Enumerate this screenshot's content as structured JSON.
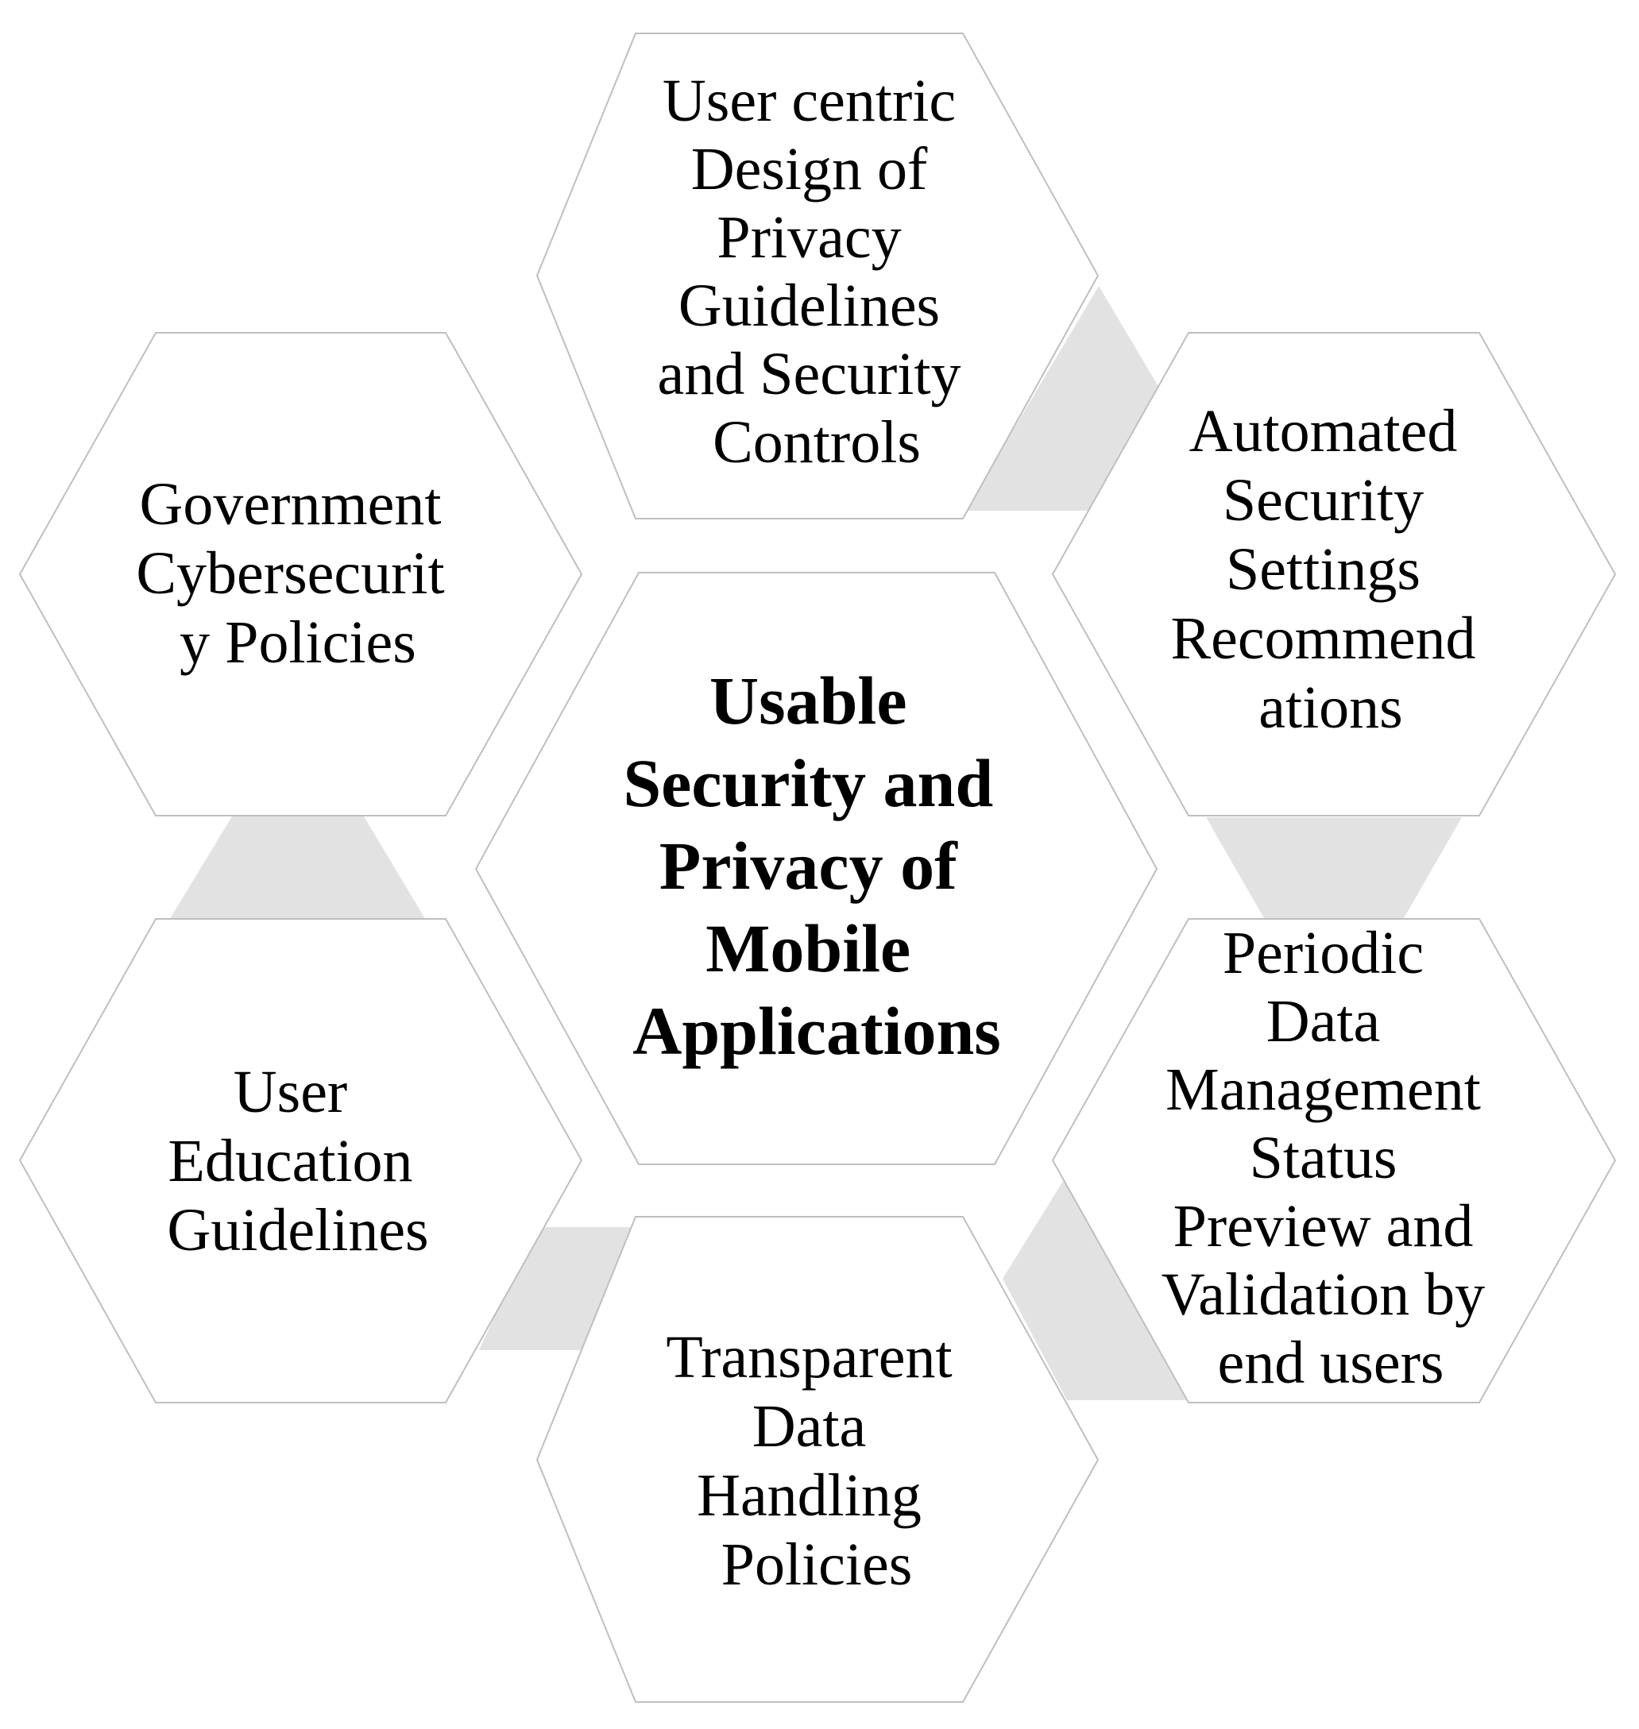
{
  "center": {
    "lines": [
      "Usable",
      "Security and",
      "Privacy of",
      "Mobile",
      "Applications"
    ]
  },
  "nodes": [
    {
      "id": "top",
      "lines": [
        "User centric",
        "Design of",
        "Privacy",
        "Guidelines",
        "and Security",
        "Controls"
      ]
    },
    {
      "id": "upper-right",
      "lines": [
        "Automated",
        "Security",
        "Settings",
        "Recommend",
        "ations"
      ]
    },
    {
      "id": "lower-right",
      "lines": [
        "Periodic",
        "Data",
        "Management",
        "Status",
        "Preview and",
        "Validation by",
        "end users"
      ]
    },
    {
      "id": "bottom",
      "lines": [
        "Transparent",
        "Data",
        "Handling",
        "Policies"
      ]
    },
    {
      "id": "lower-left",
      "lines": [
        "User",
        "Education",
        "Guidelines"
      ]
    },
    {
      "id": "upper-left",
      "lines": [
        "Government",
        "Cybersecurit",
        "y Policies"
      ]
    }
  ],
  "colors": {
    "hex_stroke": "#bfbfbf",
    "hex_fill": "#ffffff",
    "connector_fill": "#e2e2e2",
    "text": "#000000"
  }
}
